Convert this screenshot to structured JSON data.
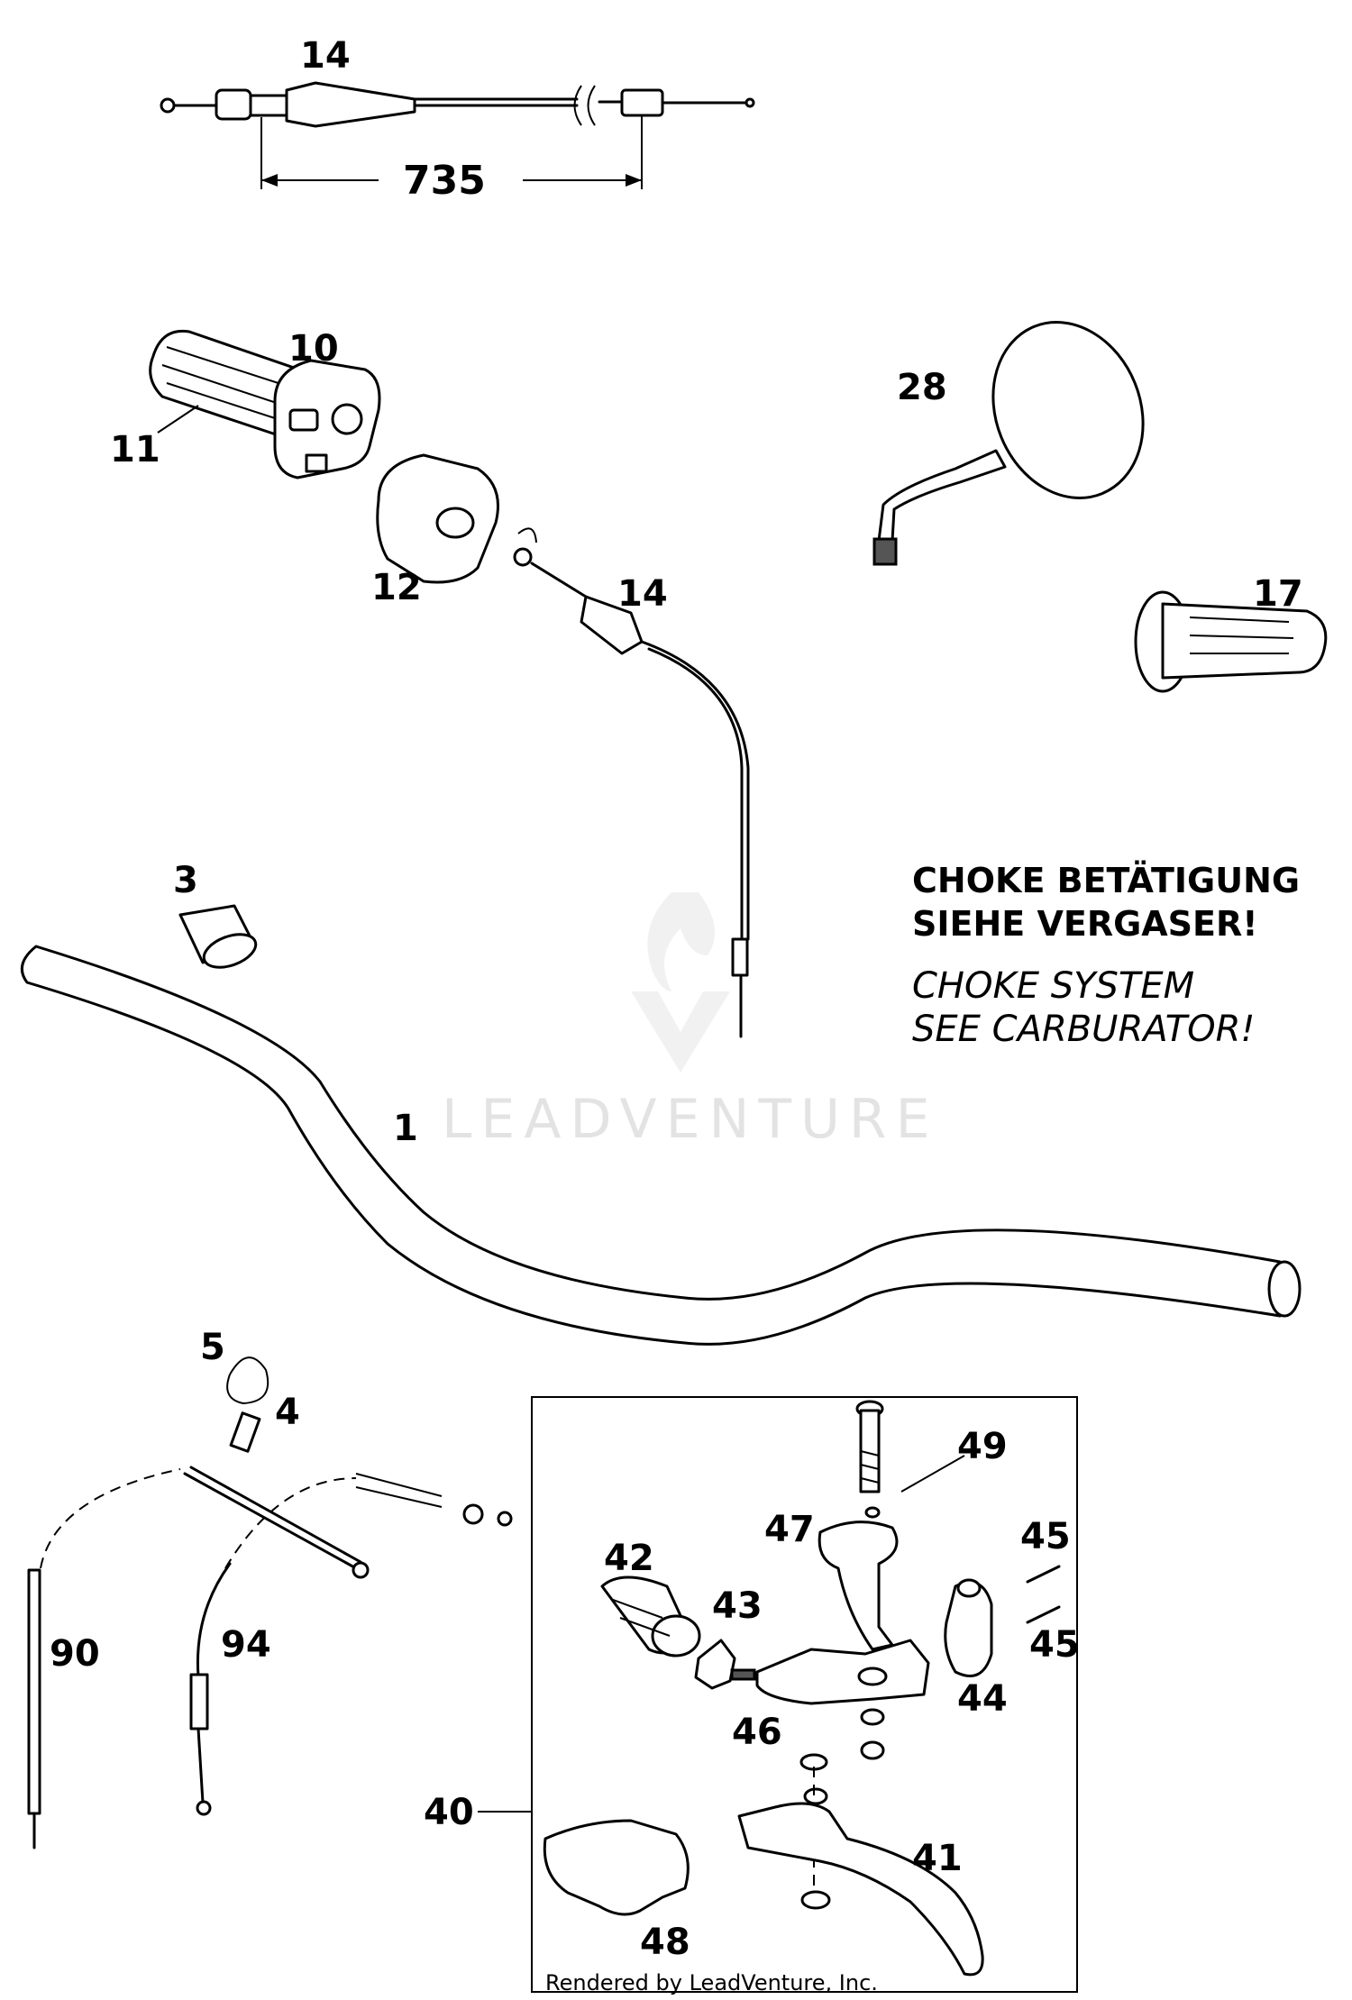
{
  "callouts": {
    "c14_top": "14",
    "c735": "735",
    "c10": "10",
    "c11": "11",
    "c12": "12",
    "c14_mid": "14",
    "c28": "28",
    "c17": "17",
    "c3": "3",
    "c1": "1",
    "c5": "5",
    "c4": "4",
    "c90": "90",
    "c94": "94",
    "c40": "40",
    "c42": "42",
    "c43": "43",
    "c46": "46",
    "c47": "47",
    "c49": "49",
    "c45a": "45",
    "c45b": "45",
    "c44": "44",
    "c41": "41",
    "c48": "48"
  },
  "note": {
    "de_line1": "CHOKE BETÄTIGUNG",
    "de_line2": "SIEHE VERGASER!",
    "en_line1": "CHOKE SYSTEM",
    "en_line2": "SEE CARBURATOR!"
  },
  "watermark": "LEADVENTURE",
  "footer": "Rendered by LeadVenture, Inc."
}
